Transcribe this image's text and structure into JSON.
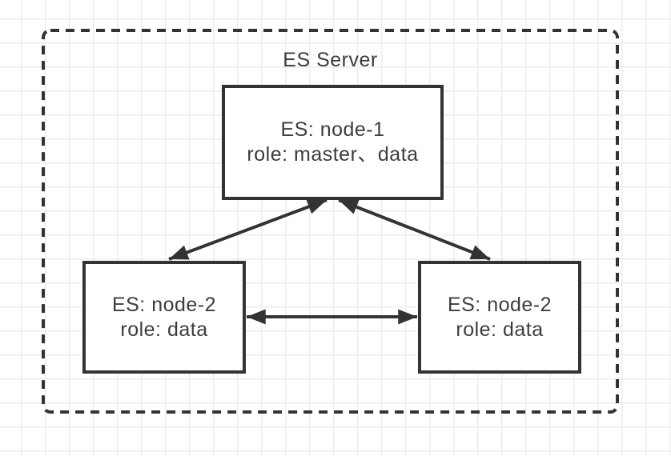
{
  "diagram": {
    "title": "ES Server",
    "nodes": {
      "node1": {
        "line1": "ES: node-1",
        "line2": "role: master、data"
      },
      "node2_left": {
        "line1": "ES: node-2",
        "line2": "role: data"
      },
      "node2_right": {
        "line1": "ES: node-2",
        "line2": "role: data"
      }
    },
    "edges": [
      {
        "from": "node-1",
        "to": "node-2 (left)",
        "type": "bidirectional"
      },
      {
        "from": "node-1",
        "to": "node-2 (right)",
        "type": "bidirectional"
      },
      {
        "from": "node-2 (left)",
        "to": "node-2 (right)",
        "type": "bidirectional"
      }
    ],
    "colors": {
      "stroke": "#333333",
      "text": "#3d3d3d",
      "node_fill": "#ffffff",
      "background": "#ffffff",
      "grid_line": "#ededed"
    }
  }
}
